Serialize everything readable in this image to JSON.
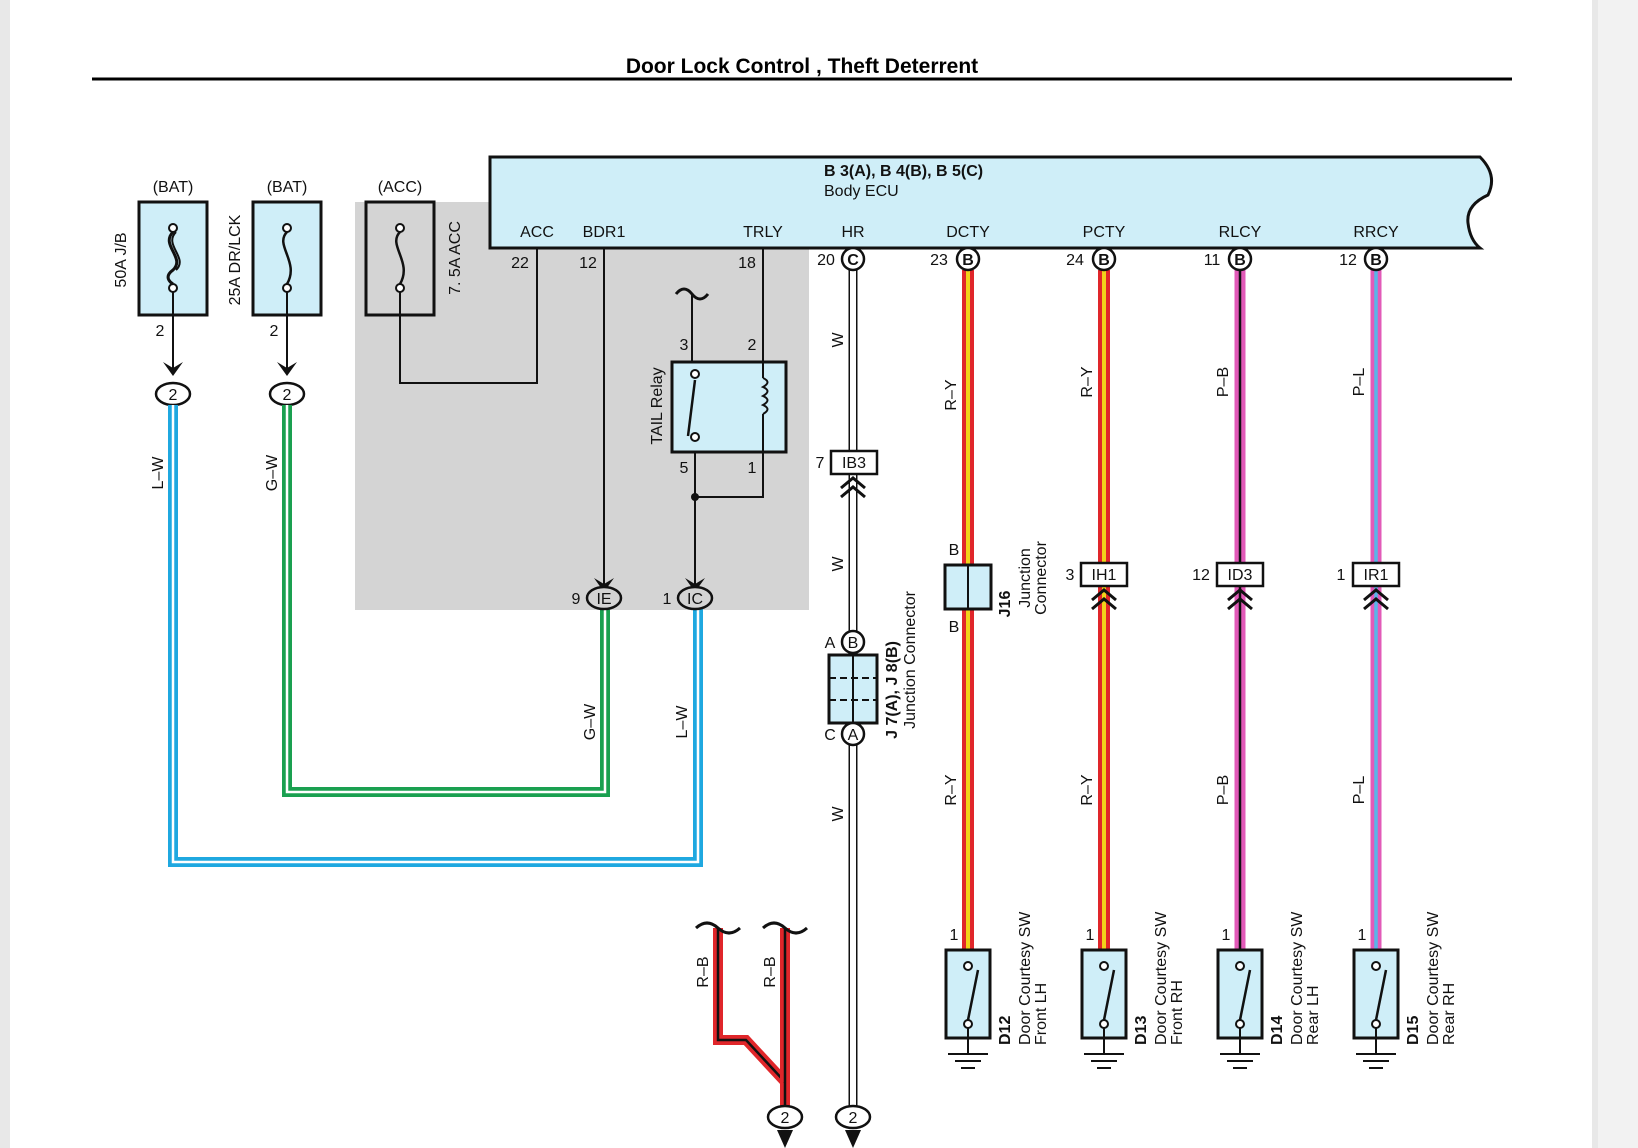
{
  "title": "Door Lock Control , Theft Deterrent",
  "colors": {
    "ecu_fill": "#cfeef8",
    "shade": "#d4d4d4",
    "wire_L": "#1fa8e0",
    "wire_G": "#1aa050",
    "wire_R": "#e0262a",
    "wire_Y": "#f2d21a",
    "wire_P": "#e25ab8",
    "wire_LL": "#58b4e8"
  },
  "ecu": {
    "name": "B 3(A), B 4(B), B 5(C)",
    "desc": "Body ECU",
    "terminals": [
      "ACC",
      "BDR1",
      "TRLY",
      "HR",
      "DCTY",
      "PCTY",
      "RLCY",
      "RRCY"
    ],
    "pins": [
      "22",
      "12",
      "18",
      "20",
      "23",
      "24",
      "11",
      "12"
    ],
    "connectors": [
      "C",
      "B",
      "B",
      "B",
      "B"
    ]
  },
  "fuses": [
    {
      "source": "(BAT)",
      "name": "50A J/B",
      "pin": "2",
      "conn": "2",
      "wire": "L–W"
    },
    {
      "source": "(BAT)",
      "name": "25A DR/LCK",
      "pin": "2",
      "conn": "2",
      "wire": "G–W"
    },
    {
      "source": "(ACC)",
      "name": "7. 5A ACC"
    }
  ],
  "relay": {
    "name": "TAIL Relay",
    "pins": [
      "3",
      "2",
      "5",
      "1"
    ]
  },
  "junction_ie": {
    "pin": "9",
    "label": "IE",
    "wire": "G–W"
  },
  "junction_ic": {
    "pin": "1",
    "label": "IC",
    "wire": "L–W"
  },
  "hr": {
    "wire": "W",
    "ib3_pin": "7",
    "ib3": "IB3",
    "ja": "A",
    "jb": "B",
    "jc": "C",
    "jd": "A",
    "jname": "J 7(A), J 8(B)",
    "jdesc": "Junction Connector",
    "bottom": "2"
  },
  "j16": {
    "top": "B",
    "bottom": "B",
    "name": "J16",
    "desc1": "Junction",
    "desc2": "Connector"
  },
  "branches": [
    {
      "wire": "R–Y",
      "conn_pin": "",
      "conn": "",
      "sw_pin": "1",
      "sw_code": "D12",
      "sw_desc1": "Door Courtesy SW",
      "sw_desc2": "Front LH"
    },
    {
      "wire": "R–Y",
      "conn_pin": "3",
      "conn": "IH1",
      "sw_pin": "1",
      "sw_code": "D13",
      "sw_desc1": "Door Courtesy SW",
      "sw_desc2": "Front RH"
    },
    {
      "wire": "P–B",
      "conn_pin": "12",
      "conn": "ID3",
      "sw_pin": "1",
      "sw_code": "D14",
      "sw_desc1": "Door Courtesy SW",
      "sw_desc2": "Rear LH"
    },
    {
      "wire": "P–L",
      "conn_pin": "1",
      "conn": "IR1",
      "sw_pin": "1",
      "sw_code": "D15",
      "sw_desc1": "Door Courtesy SW",
      "sw_desc2": "Rear RH"
    }
  ],
  "rb": {
    "wire1": "R–B",
    "wire2": "R–B",
    "conn": "2"
  }
}
